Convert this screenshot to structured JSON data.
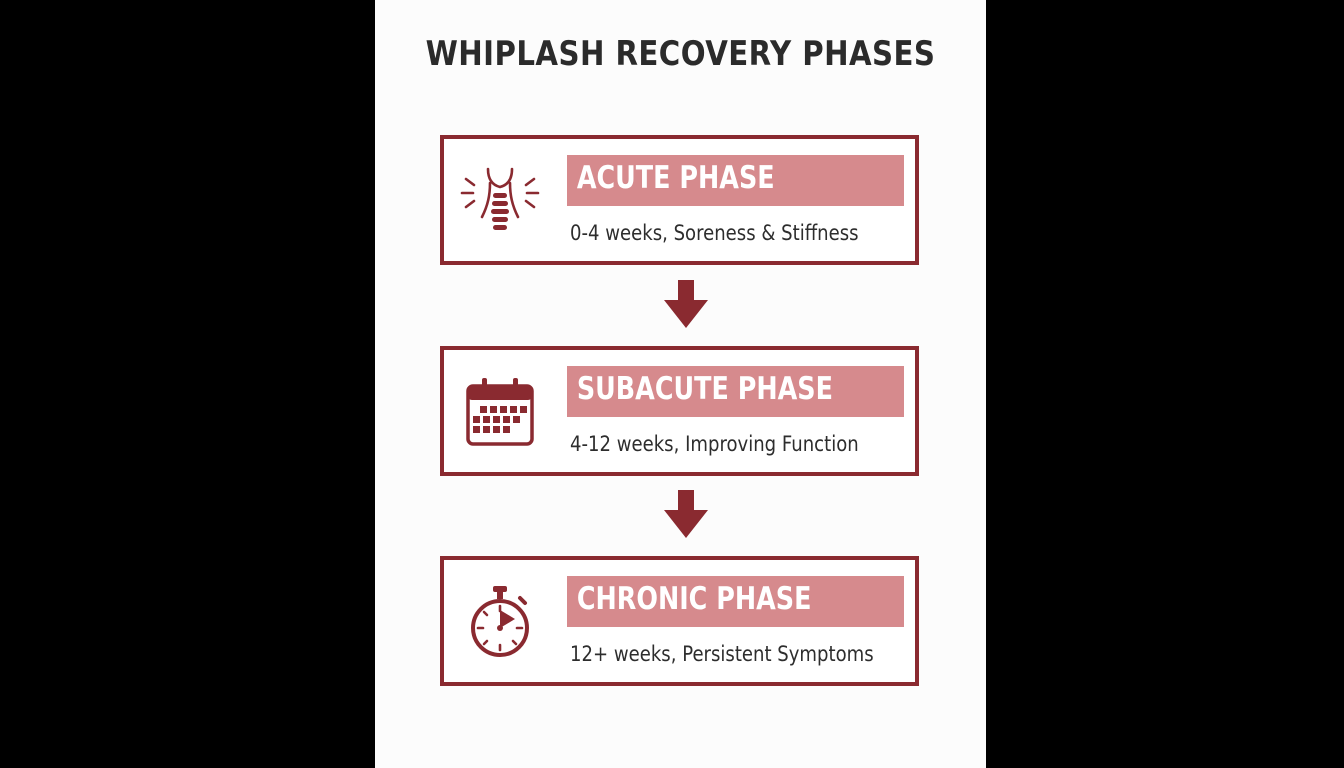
{
  "title": "WHIPLASH RECOVERY PHASES",
  "colors": {
    "border": "#8a2a30",
    "label_bg": "#d68a8d",
    "icon": "#8a2a30",
    "arrow": "#8a2a30",
    "text": "#2d2d2d"
  },
  "phases": [
    {
      "name": "ACUTE PHASE",
      "description": "0-4 weeks, Soreness & Stiffness",
      "icon": "neck-pain-icon"
    },
    {
      "name": "SUBACUTE PHASE",
      "description": "4-12 weeks, Improving Function",
      "icon": "calendar-icon"
    },
    {
      "name": "CHRONIC PHASE",
      "description": "12+ weeks, Persistent Symptoms",
      "icon": "stopwatch-icon"
    }
  ]
}
